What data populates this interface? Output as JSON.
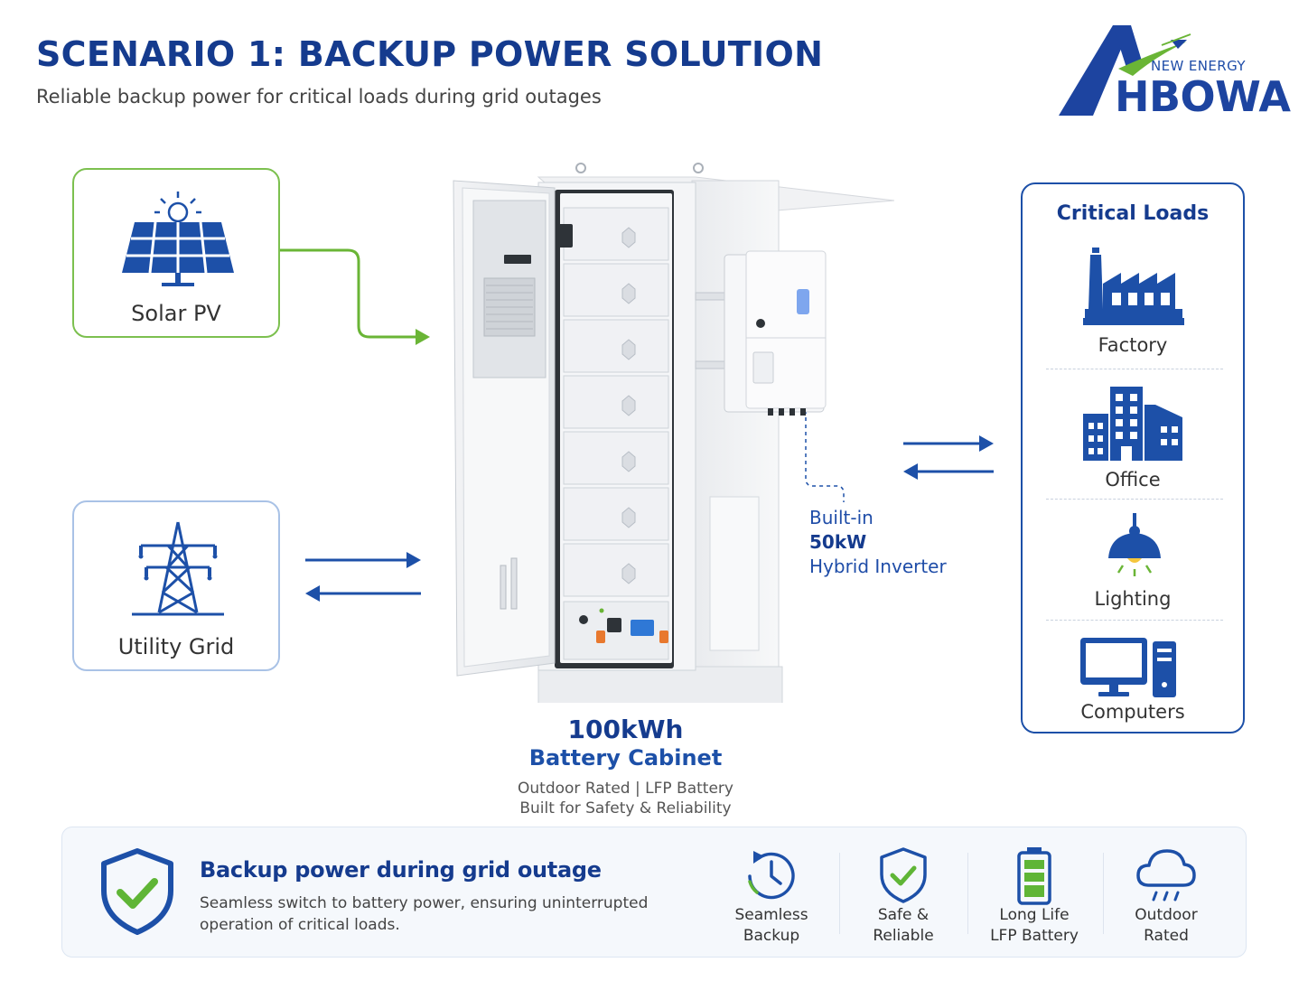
{
  "header": {
    "title": "SCENARIO 1: BACKUP POWER SOLUTION",
    "subtitle": "Reliable backup power for critical loads during grid outages"
  },
  "logo": {
    "tagline": "NEW ENERGY",
    "name": "HBOWA"
  },
  "sources": [
    {
      "label": "Solar PV",
      "icon": "solar-panel-icon"
    },
    {
      "label": "Utility Grid",
      "icon": "transmission-tower-icon"
    }
  ],
  "cabinet": {
    "capacity": "100kWh",
    "name": "Battery Cabinet",
    "spec_line1": "Outdoor Rated | LFP Battery",
    "spec_line2": "Built for Safety & Reliability"
  },
  "inverter": {
    "line1": "Built-in",
    "power": "50kW",
    "line3": "Hybrid Inverter"
  },
  "critical_loads": {
    "title": "Critical Loads",
    "items": [
      {
        "label": "Factory",
        "icon": "factory-icon"
      },
      {
        "label": "Office",
        "icon": "office-building-icon"
      },
      {
        "label": "Lighting",
        "icon": "ceiling-lamp-icon"
      },
      {
        "label": "Computers",
        "icon": "desktop-computer-icon"
      }
    ]
  },
  "banner": {
    "title": "Backup power during grid outage",
    "description": "Seamless switch to battery power, ensuring uninterrupted operation of critical loads.",
    "icon": "shield-check-icon"
  },
  "features": [
    {
      "line1": "Seamless",
      "line2": "Backup",
      "icon": "clock-cycle-icon"
    },
    {
      "line1": "Safe &",
      "line2": "Reliable",
      "icon": "shield-check-icon"
    },
    {
      "line1": "Long Life",
      "line2": "LFP Battery",
      "icon": "battery-icon"
    },
    {
      "line1": "Outdoor",
      "line2": "Rated",
      "icon": "cloud-rain-icon"
    }
  ],
  "colors": {
    "primary": "#153b8e",
    "accent": "#1d50a8",
    "solar_green": "#6ab536",
    "check_green": "#5fb536"
  }
}
